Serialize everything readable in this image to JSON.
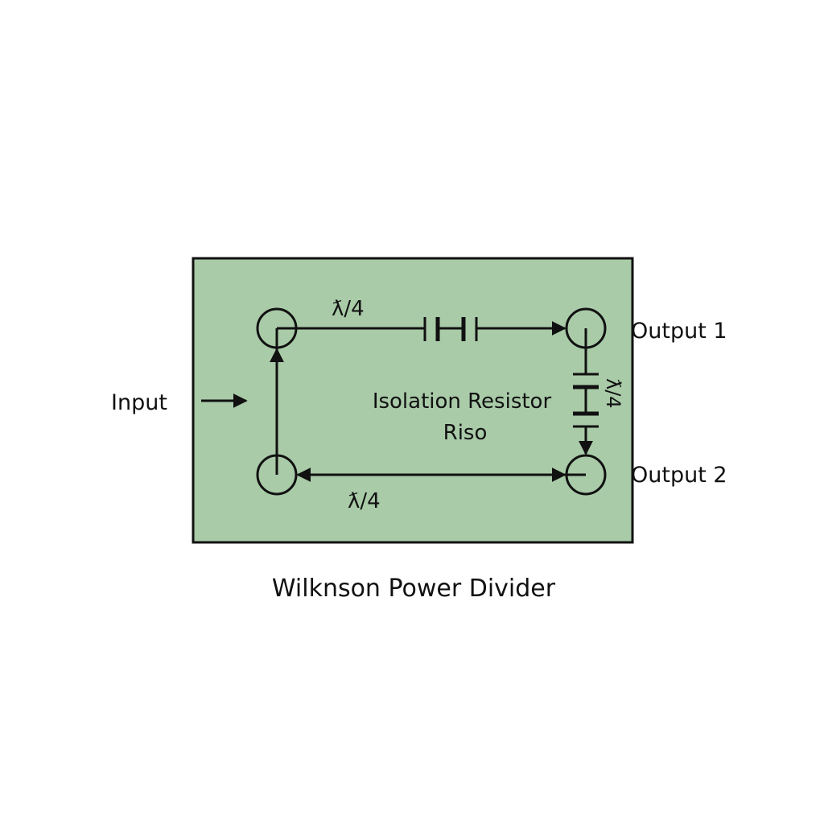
{
  "diagram": {
    "title": "Wilknson Power Divider",
    "background_color": "#ffffff",
    "board_color": "#a9cba8",
    "line_color": "#111111",
    "labels": {
      "input": "Input",
      "output1": "Output 1",
      "output2": "Output 2",
      "top_line": "ƛ/4",
      "bottom_line": "ƛ/4",
      "right_line": "ƛ/4",
      "isolation_line1": "Isolation Resistor",
      "isolation_line2": "Riso"
    },
    "nodes": [
      {
        "id": "input-node",
        "name": "top-left port"
      },
      {
        "id": "output1-node",
        "name": "top-right port"
      },
      {
        "id": "ground-node",
        "name": "bottom-left port"
      },
      {
        "id": "output2-node",
        "name": "bottom-right port"
      }
    ],
    "connections": [
      {
        "from": "input-node",
        "to": "output1-node",
        "label": "ƛ/4",
        "element": "capacitor-pair"
      },
      {
        "from": "output1-node",
        "to": "output2-node",
        "label": "ƛ/4",
        "element": "capacitor-pair"
      },
      {
        "from": "ground-node",
        "to": "output2-node",
        "label": "ƛ/4",
        "element": "bidirectional"
      },
      {
        "from": "ground-node",
        "to": "input-node",
        "label": "",
        "element": "arrow"
      }
    ]
  }
}
